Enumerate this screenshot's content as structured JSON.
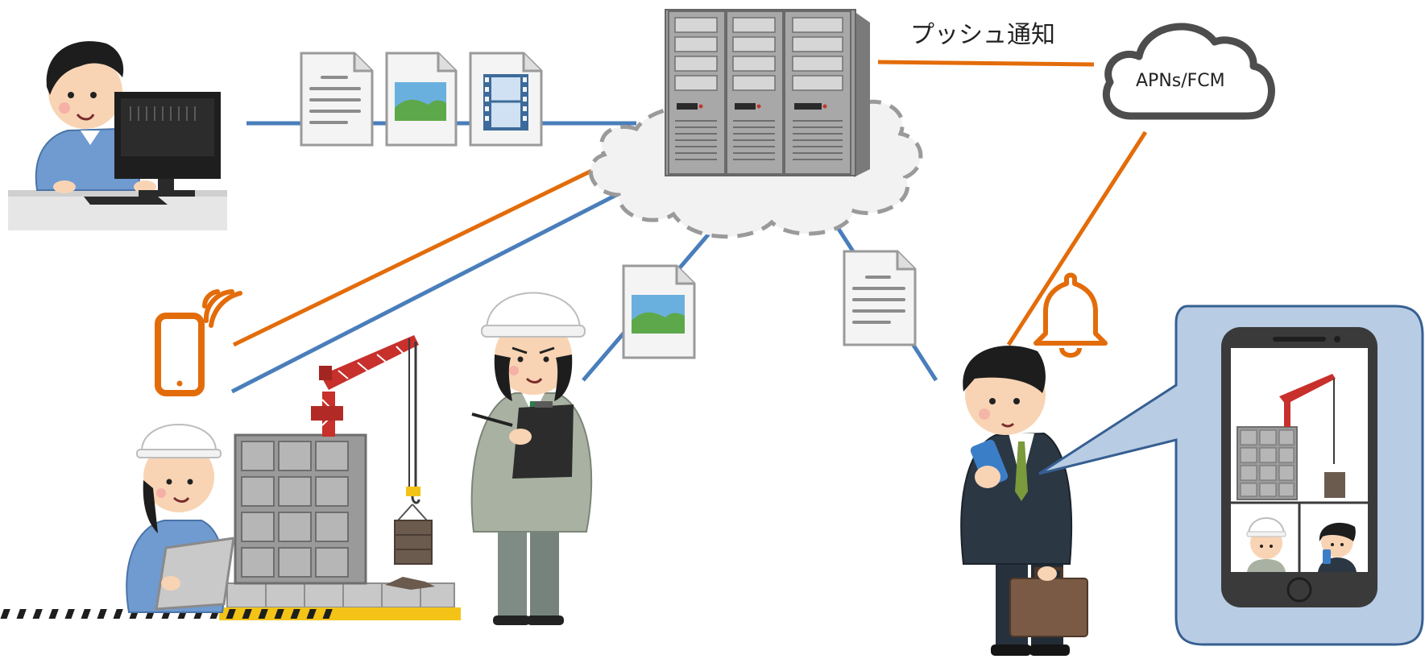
{
  "push_label": "プッシュ通知",
  "cloud_label": "APNs/FCM",
  "colors": {
    "blue_line": "#4a7ebb",
    "orange_line": "#e36c0a",
    "cloud_dash": "#9a9a9a",
    "phone_panel": "#b8cce4"
  },
  "icons": {
    "pc_worker": "office-worker-at-computer",
    "server": "server-rack",
    "server_cloud": "dashed-cloud",
    "notification_cloud": "cloud-icon",
    "text_doc": "document-icon",
    "image_doc": "image-file-icon",
    "video_doc": "video-file-icon",
    "smartphone": "smartphone-icon",
    "bell": "bell-icon",
    "site_worker_tablet": "worker-with-tablet",
    "crane_building": "construction-site",
    "site_supervisor": "worker-with-clipboard",
    "business_person": "businessman-with-phone",
    "phone_screen": "video-call-screen"
  }
}
